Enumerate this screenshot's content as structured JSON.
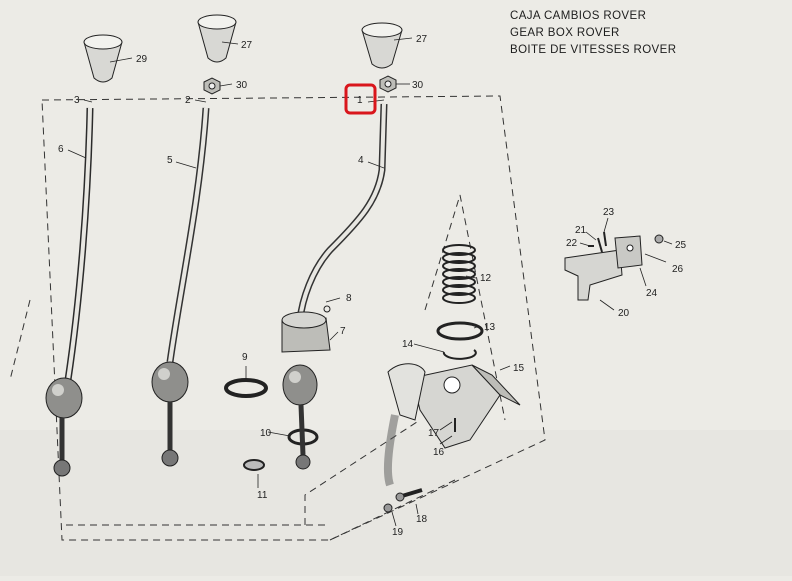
{
  "titles": {
    "line1": "CAJA CAMBIOS ROVER",
    "line2": "GEAR BOX ROVER",
    "line3": "BOITE DE VITESSES ROVER"
  },
  "labels": {
    "p1": "1",
    "p2": "2",
    "p3": "3",
    "p4": "4",
    "p5": "5",
    "p6": "6",
    "p7": "7",
    "p8": "8",
    "p9": "9",
    "p10": "10",
    "p11": "11",
    "p12": "12",
    "p13": "13",
    "p14": "14",
    "p15": "15",
    "p16": "16",
    "p17": "17",
    "p18": "18",
    "p19": "19",
    "p20": "20",
    "p21": "21",
    "p22": "22",
    "p23": "23",
    "p24": "24",
    "p25": "25",
    "p26": "26",
    "p27a": "27",
    "p27b": "27",
    "p29": "29",
    "p30a": "30",
    "p30b": "30"
  },
  "highlight": {
    "part": "1",
    "color": "#d9161c"
  },
  "colors": {
    "paper": "#ecebe6",
    "ink": "#2b2b2b"
  }
}
